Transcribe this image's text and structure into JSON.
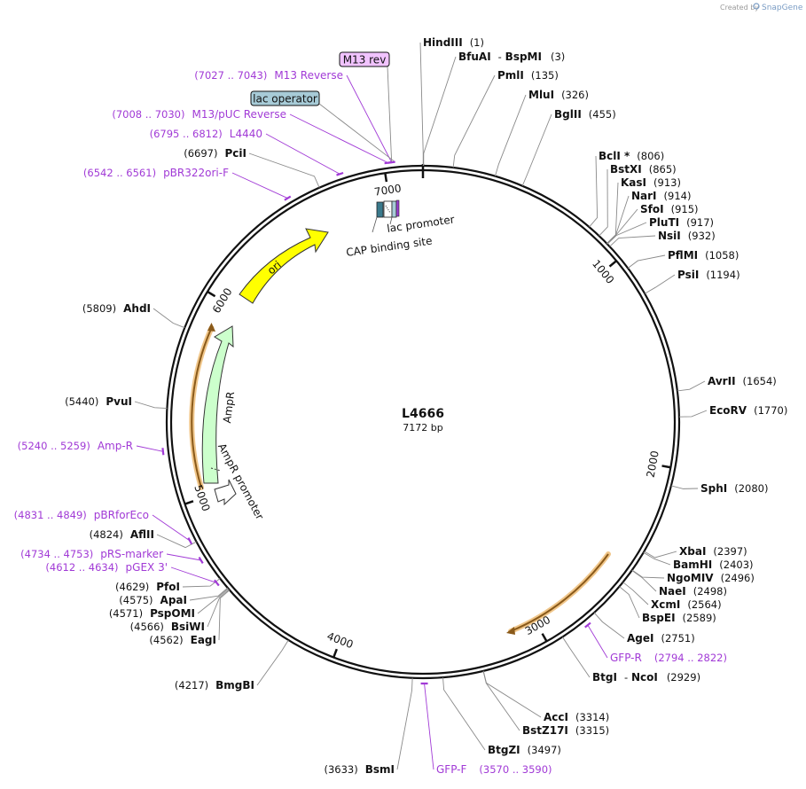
{
  "credit": {
    "prefix": "Created by",
    "brand": "SnapGene"
  },
  "plasmid": {
    "name": "L4666",
    "length_label": "7172 bp",
    "length": 7172
  },
  "ticks": [
    "1000",
    "2000",
    "3000",
    "4000",
    "5000",
    "6000",
    "7000"
  ],
  "sites": [
    {
      "name": "HindIII",
      "pos": "(1)"
    },
    {
      "name": "BfuAI",
      "sep": "-",
      "name2": "BspMI",
      "pos": "(3)"
    },
    {
      "name": "PmlI",
      "pos": "(135)"
    },
    {
      "name": "MluI",
      "pos": "(326)"
    },
    {
      "name": "BglII",
      "pos": "(455)"
    },
    {
      "name": "BclI *",
      "pos": "(806)"
    },
    {
      "name": "BstXI",
      "pos": "(865)"
    },
    {
      "name": "KasI",
      "pos": "(913)"
    },
    {
      "name": "NarI",
      "pos": "(914)"
    },
    {
      "name": "SfoI",
      "pos": "(915)"
    },
    {
      "name": "PluTI",
      "pos": "(917)"
    },
    {
      "name": "NsiI",
      "pos": "(932)"
    },
    {
      "name": "PflMI",
      "pos": "(1058)"
    },
    {
      "name": "PsiI",
      "pos": "(1194)"
    },
    {
      "name": "AvrII",
      "pos": "(1654)"
    },
    {
      "name": "EcoRV",
      "pos": "(1770)"
    },
    {
      "name": "SphI",
      "pos": "(2080)"
    },
    {
      "name": "XbaI",
      "pos": "(2397)"
    },
    {
      "name": "BamHI",
      "pos": "(2403)"
    },
    {
      "name": "NgoMIV",
      "pos": "(2496)"
    },
    {
      "name": "NaeI",
      "pos": "(2498)"
    },
    {
      "name": "XcmI",
      "pos": "(2564)"
    },
    {
      "name": "BspEI",
      "pos": "(2589)"
    },
    {
      "name": "AgeI",
      "pos": "(2751)"
    },
    {
      "name": "BtgI",
      "sep": "-",
      "name2": "NcoI",
      "pos": "(2929)"
    },
    {
      "name": "AccI",
      "pos": "(3314)"
    },
    {
      "name": "BstZ17I",
      "pos": "(3315)"
    },
    {
      "name": "BtgZI",
      "pos": "(3497)"
    },
    {
      "name": "BsmI",
      "pos": "(3633)"
    },
    {
      "name": "BmgBI",
      "pos": "(4217)"
    },
    {
      "name": "EagI",
      "pos": "(4562)"
    },
    {
      "name": "BsiWI",
      "pos": "(4566)"
    },
    {
      "name": "PspOMI",
      "pos": "(4571)"
    },
    {
      "name": "ApaI",
      "pos": "(4575)"
    },
    {
      "name": "PfoI",
      "pos": "(4629)"
    },
    {
      "name": "AflII",
      "pos": "(4824)"
    },
    {
      "name": "PvuI",
      "pos": "(5440)"
    },
    {
      "name": "AhdI",
      "pos": "(5809)"
    },
    {
      "name": "PciI",
      "pos": "(6697)"
    }
  ],
  "primers": [
    {
      "name": "M13 rev",
      "boxed": true
    },
    {
      "name": "M13 Reverse",
      "range": "(7027 .. 7043)"
    },
    {
      "name": "M13/pUC Reverse",
      "range": "(7008 .. 7030)"
    },
    {
      "name": "L4440",
      "range": "(6795 .. 6812)"
    },
    {
      "name": "pBR322ori-F",
      "range": "(6542 .. 6561)"
    },
    {
      "name": "Amp-R",
      "range": "(5240 .. 5259)"
    },
    {
      "name": "pBRforEco",
      "range": "(4831 .. 4849)"
    },
    {
      "name": "pRS-marker",
      "range": "(4734 .. 4753)"
    },
    {
      "name": "pGEX 3'",
      "range": "(4612 .. 4634)"
    },
    {
      "name": "GFP-R",
      "range": "(2794 .. 2822)"
    },
    {
      "name": "GFP-F",
      "range": "(3570 .. 3590)"
    }
  ],
  "features": [
    {
      "name": "ori",
      "color": "#ffff00"
    },
    {
      "name": "AmpR",
      "color": "#ccffcc"
    },
    {
      "name": "AmpR promoter",
      "color": "#ffffff"
    },
    {
      "name": "lac promoter",
      "color": "#ffffff"
    },
    {
      "name": "CAP binding site",
      "color": "#3a7a8c"
    },
    {
      "name": "lac operator",
      "color": "#a7cbd7",
      "boxed": true
    }
  ],
  "colors": {
    "primer": "#a13ad6",
    "orf": "#d49a3c",
    "backbone": "#111111"
  }
}
